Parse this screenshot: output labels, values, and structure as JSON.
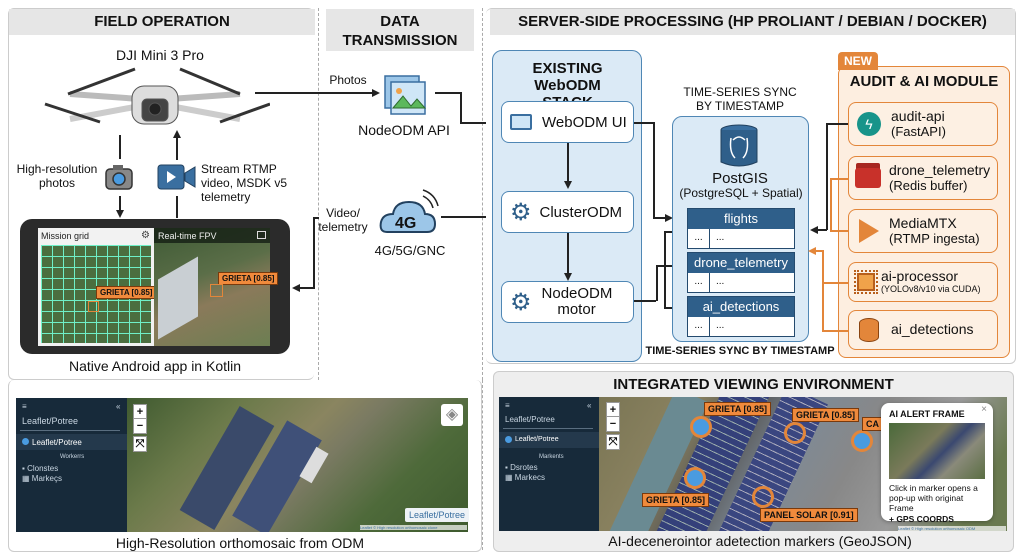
{
  "sections": {
    "field": "FIELD OPERATION",
    "transmission": "DATA TRANSMISSION",
    "server": "SERVER-SIDE PROCESSING (HP PROLIANT / DEBIAN / DOCKER)",
    "viewing": "INTEGRATED VIEWING ENVIRONMENT"
  },
  "field": {
    "drone_label": "DJI Mini 3 Pro",
    "photos_label": "High-resolution photos",
    "stream_label": "Stream RTMP video, MSDK v5 telemetry",
    "tablet": {
      "left_title": "Mission grid",
      "right_title": "Real-time FPV",
      "left_tag": "GRIETA [0.85]",
      "right_tag": "GRIETA [0.85]"
    },
    "app_caption": "Native Android app in Kotlin"
  },
  "transmission": {
    "photos_arrow": "Photos",
    "nodeodm_api": "NodeODM API",
    "video_arrow": "Video/ telemetry",
    "network_badge": "4G",
    "network_label": "4G/5G/GNC"
  },
  "server": {
    "webodm_title": "EXISTING WebODM STACK",
    "webodm_items": [
      "WebODM UI",
      "ClusterODM",
      "NodeODM motor"
    ],
    "sync_top": "TIME-SERIES SYNC BY TIMESTAMP",
    "postgis_title": "PostGIS",
    "postgis_sub": "(PostgreSQL + Spatial)",
    "tables": [
      {
        "name": "flights",
        "c1": "...",
        "c2": "..."
      },
      {
        "name": "drone_telemetry",
        "c1": "...",
        "c2": "..."
      },
      {
        "name": "ai_detections",
        "c1": "...",
        "c2": "..."
      }
    ],
    "sync_bottom": "TIME-SERIES SYNC BY TIMESTAMP",
    "new_badge": "NEW",
    "audit_title": "AUDIT & AI MODULE",
    "audit_items": [
      {
        "name": "audit-api",
        "sub": "(FastAPI)",
        "icon": "fastapi-icon"
      },
      {
        "name": "drone_telemetry",
        "sub": "(Redis buffer)",
        "icon": "redis-icon"
      },
      {
        "name": "MediaMTX",
        "sub": "(RTMP ingesta)",
        "icon": "play-icon"
      },
      {
        "name": "ai-processor",
        "sub": "(YOLOv8/v10 via CUDA)",
        "icon": "chip-icon"
      },
      {
        "name": "ai_detections",
        "sub": "",
        "icon": "database-icon"
      }
    ],
    "colors": {
      "blue": "#4f87b5",
      "orange": "#e3863a",
      "dark_blue": "#2f5f8a"
    }
  },
  "ortho": {
    "sidebar_title": "Leaflet/Potree",
    "sidebar_active": "Leaflet/Potree",
    "sidebar_section": "Workerrs",
    "sidebar_items": [
      "Clonstes",
      "Markeçs"
    ],
    "zoom_in": "+",
    "zoom_out": "−",
    "layer_badge": "Leaflet/Potree",
    "attribution": "Leaflet © High resolution orthomosaic clone",
    "caption": "High-Resolution orthomosaic from ODM"
  },
  "viewer": {
    "sidebar_title": "Leaflet/Potree",
    "sidebar_active": "Leaflet/Potree",
    "sidebar_section": "Markents",
    "sidebar_items": [
      "Dsrotes",
      "Markecs"
    ],
    "zoom_in": "+",
    "zoom_out": "−",
    "tags": [
      "GRIETA [0.85]",
      "GRIETA [0.85]",
      "GRIETA [0.85]",
      "PANEL SOLAR [0.91]",
      "CA"
    ],
    "popup_title": "AI ALERT FRAME",
    "popup_text": "Click in marker opens a pop-up with originat Frame",
    "popup_bold": "+ GPS COORDS",
    "popup_close": "×",
    "attribution": "Leaflet © High resolution orthomosaic ODM",
    "caption": "AI-decenerointor adetection markers (GeoJSON)"
  }
}
